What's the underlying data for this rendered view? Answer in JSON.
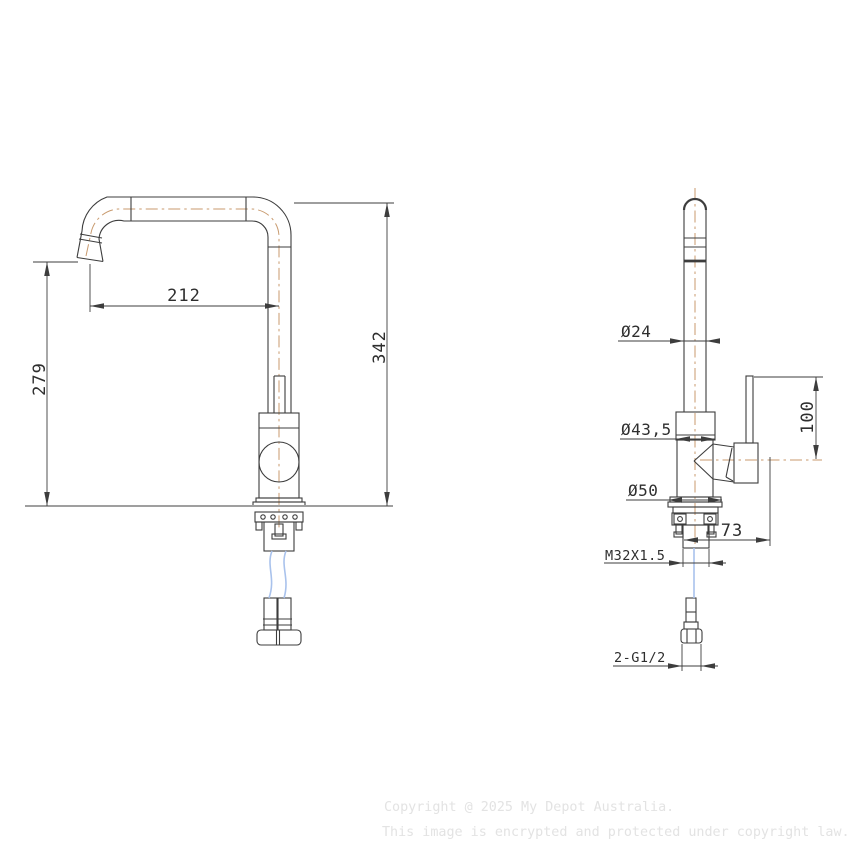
{
  "drawing": {
    "colors": {
      "background": "#ffffff",
      "outline": "#3d3d3d",
      "centerline": "#c89a6e",
      "hose": "#a9c2ec",
      "countertop": "#9f9f9f",
      "dimension_text": "#2e2e2e",
      "watermark_text": "#e3e3e3"
    },
    "dims": {
      "spout_reach": "212",
      "overall_height": "342",
      "outlet_height": "279",
      "spout_diameter": "Ø24",
      "body_diameter": "Ø43,5",
      "flange_diameter": "Ø50",
      "handle_height": "100",
      "handle_reach": "73",
      "mounting_thread": "M32X1.5",
      "inlet_thread": "2-G1/2"
    }
  },
  "watermark": {
    "line1": "Copyright @ 2025 My Depot Australia.",
    "line2": "This image is encrypted and protected under copyright law."
  }
}
